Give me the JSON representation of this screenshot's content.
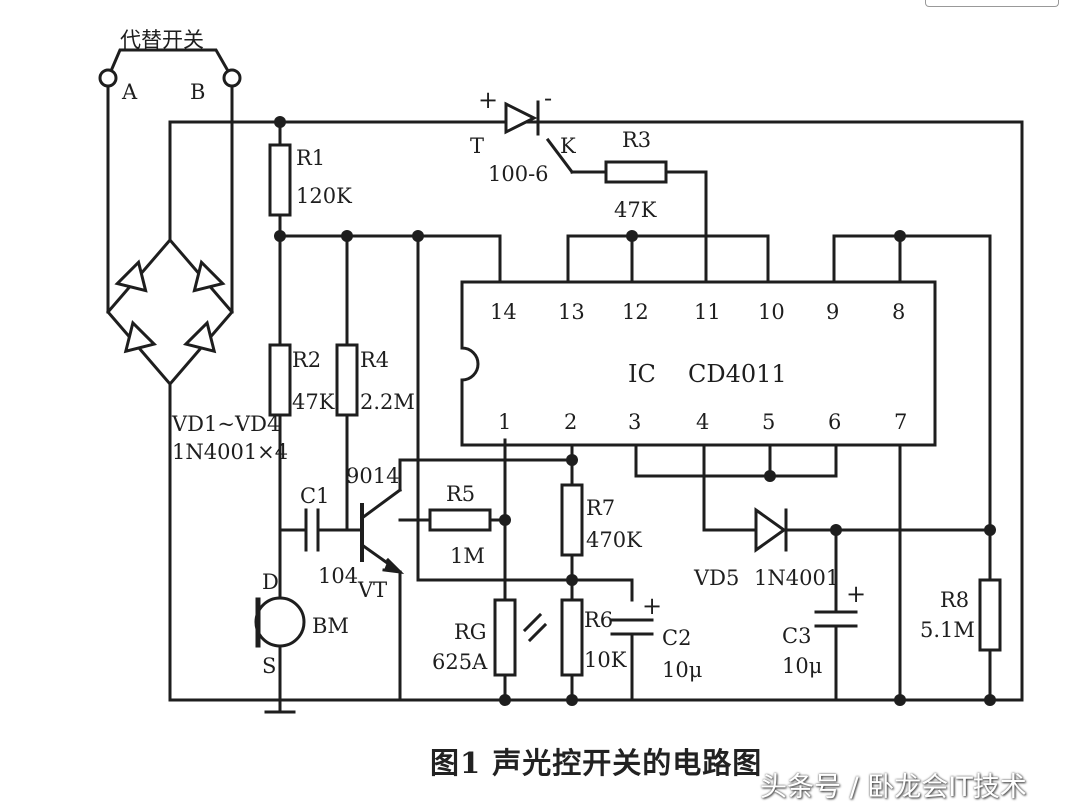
{
  "switch": {
    "title": "代替开关",
    "terminal_a": "A",
    "terminal_b": "B"
  },
  "bridge": {
    "label": "VD1~VD4",
    "part": "1N4001×4"
  },
  "triac": {
    "plus": "+",
    "minus": "-",
    "t": "T",
    "k": "K",
    "part": "100-6"
  },
  "r1": {
    "name": "R1",
    "value": "120K"
  },
  "r2": {
    "name": "R2",
    "value": "47K"
  },
  "r3": {
    "name": "R3",
    "value": "47K"
  },
  "r4": {
    "name": "R4",
    "value": "2.2M"
  },
  "r5": {
    "name": "R5",
    "value": "1M"
  },
  "r6": {
    "name": "R6",
    "value": "10K"
  },
  "r7": {
    "name": "R7",
    "value": "470K"
  },
  "r8": {
    "name": "R8",
    "value": "5.1M"
  },
  "c1": {
    "name": "C1",
    "value": "104"
  },
  "c2": {
    "name": "C2",
    "value": "10μ",
    "plus": "+"
  },
  "c3": {
    "name": "C3",
    "value": "10μ",
    "plus": "+"
  },
  "transistor": {
    "part": "9014",
    "name": "VT"
  },
  "mic": {
    "d": "D",
    "s": "S",
    "name": "BM"
  },
  "photo": {
    "name": "RG",
    "part": "625A"
  },
  "vd5": {
    "name": "VD5",
    "part": "1N4001"
  },
  "ic": {
    "name": "IC",
    "part": "CD4011",
    "top_pins": [
      "14",
      "13",
      "12",
      "11",
      "10",
      "9",
      "8"
    ],
    "bottom_pins": [
      "1",
      "2",
      "3",
      "4",
      "5",
      "6",
      "7"
    ]
  },
  "caption": "图1 声光控开关的电路图",
  "watermark": "头条号 / 卧龙会IT技术",
  "colors": {
    "ink": "#1e1e1e",
    "background": "#ffffff"
  }
}
